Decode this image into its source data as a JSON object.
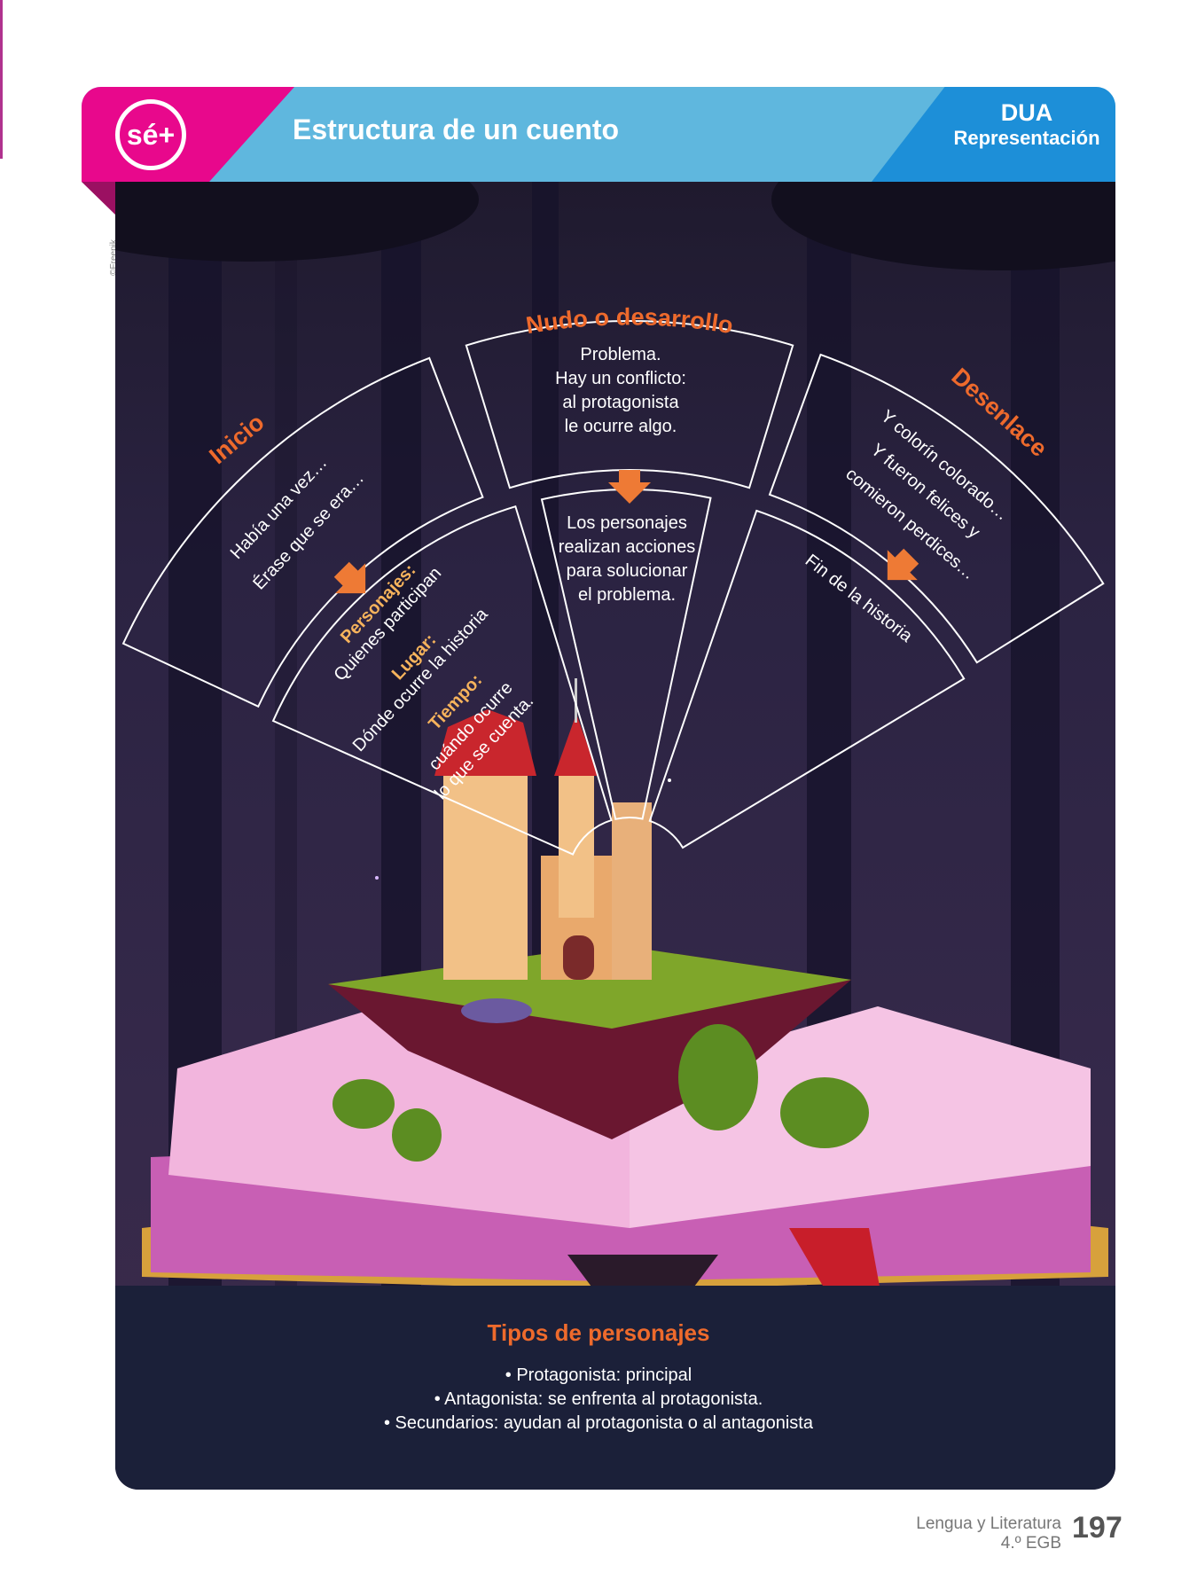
{
  "header": {
    "logo": "sé+",
    "title": "Estructura de un cuento",
    "badge_title": "DUA",
    "badge_subtitle": "Representación"
  },
  "credit": "©Freepik",
  "diagram": {
    "nudo": {
      "title": "Nudo o desarrollo",
      "top_lines": [
        "Problema.",
        "Hay un conflicto:",
        "al protagonista",
        "le ocurre algo."
      ],
      "bottom_lines": [
        "Los personajes",
        "realizan acciones",
        "para solucionar",
        "el problema."
      ]
    },
    "inicio": {
      "title": "Inicio",
      "lines": [
        "Había una vez…",
        "Érase que se era…"
      ],
      "personajes_label": "Personajes:",
      "personajes_text": "Quienes participan",
      "lugar_label": "Lugar:",
      "lugar_text": "Dónde ocurre la historia",
      "tiempo_label": "Tiempo:",
      "tiempo_text1": "cuándo ocurre",
      "tiempo_text2": "lo que se cuenta."
    },
    "desenlace": {
      "title": "Desenlace",
      "lines": [
        "Y colorín colorado…",
        "Y fueron felices y",
        "comieron perdices…"
      ],
      "inner": "Fin de la historia"
    },
    "colors": {
      "accent": "#ee6a2c",
      "label": "#f6b35c"
    }
  },
  "tipos": {
    "title": "Tipos de personajes",
    "items": [
      "• Protagonista: principal",
      "• Antagonista: se enfrenta al protagonista.",
      "• Secundarios: ayudan al protagonista o al antagonista"
    ]
  },
  "footer": {
    "subject": "Lengua y Literatura",
    "grade": "4.º EGB",
    "page": "197"
  }
}
